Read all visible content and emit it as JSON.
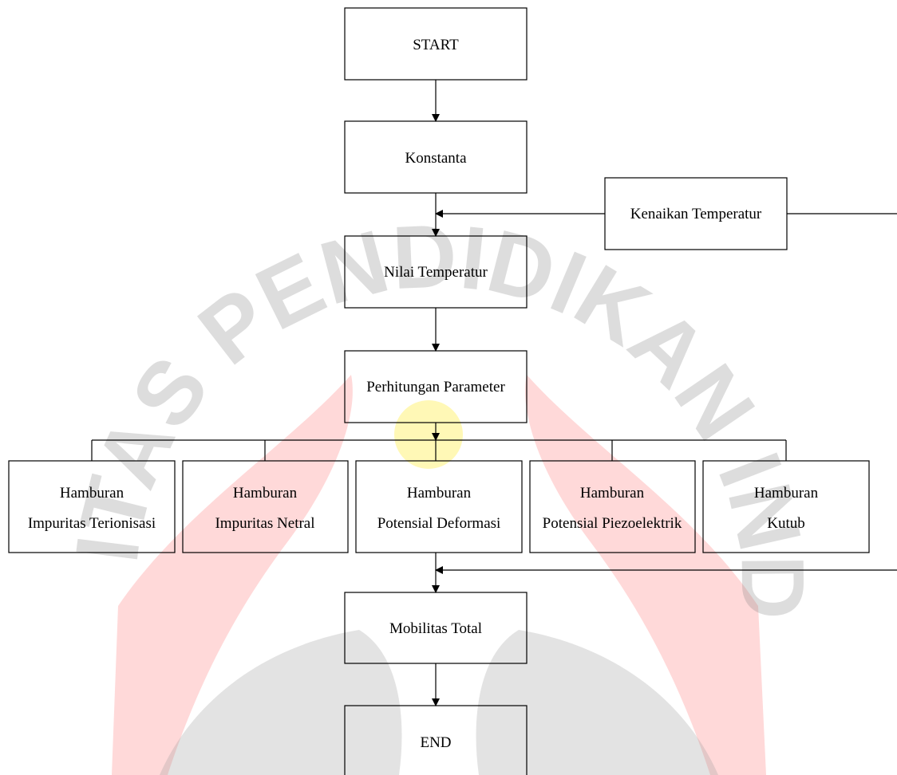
{
  "flowchart": {
    "start": "START",
    "constants": "Konstanta",
    "temperature_increase": "Kenaikan Temperatur",
    "temperature_value": "Nilai Temperatur",
    "parameter_calc": "Perhitungan Parameter",
    "scattering_ionized": [
      "Hamburan",
      "Impuritas Terionisasi"
    ],
    "scattering_neutral": [
      "Hamburan",
      "Impuritas Netral"
    ],
    "scattering_deformation": [
      "Hamburan",
      "Potensial Deformasi"
    ],
    "scattering_piezo": [
      "Hamburan",
      "Potensial Piezoelektrik"
    ],
    "scattering_polar": [
      "Hamburan",
      "Kutub"
    ],
    "total_mobility": "Mobilitas Total",
    "end": "END"
  },
  "watermark": {
    "text": "UNIVERSITAS PENDIDIKAN INDONESIA",
    "colors": {
      "accent_red": "#ff9a9a",
      "gray": "#9a9a9a",
      "highlight_yellow": "#fff27a"
    }
  }
}
